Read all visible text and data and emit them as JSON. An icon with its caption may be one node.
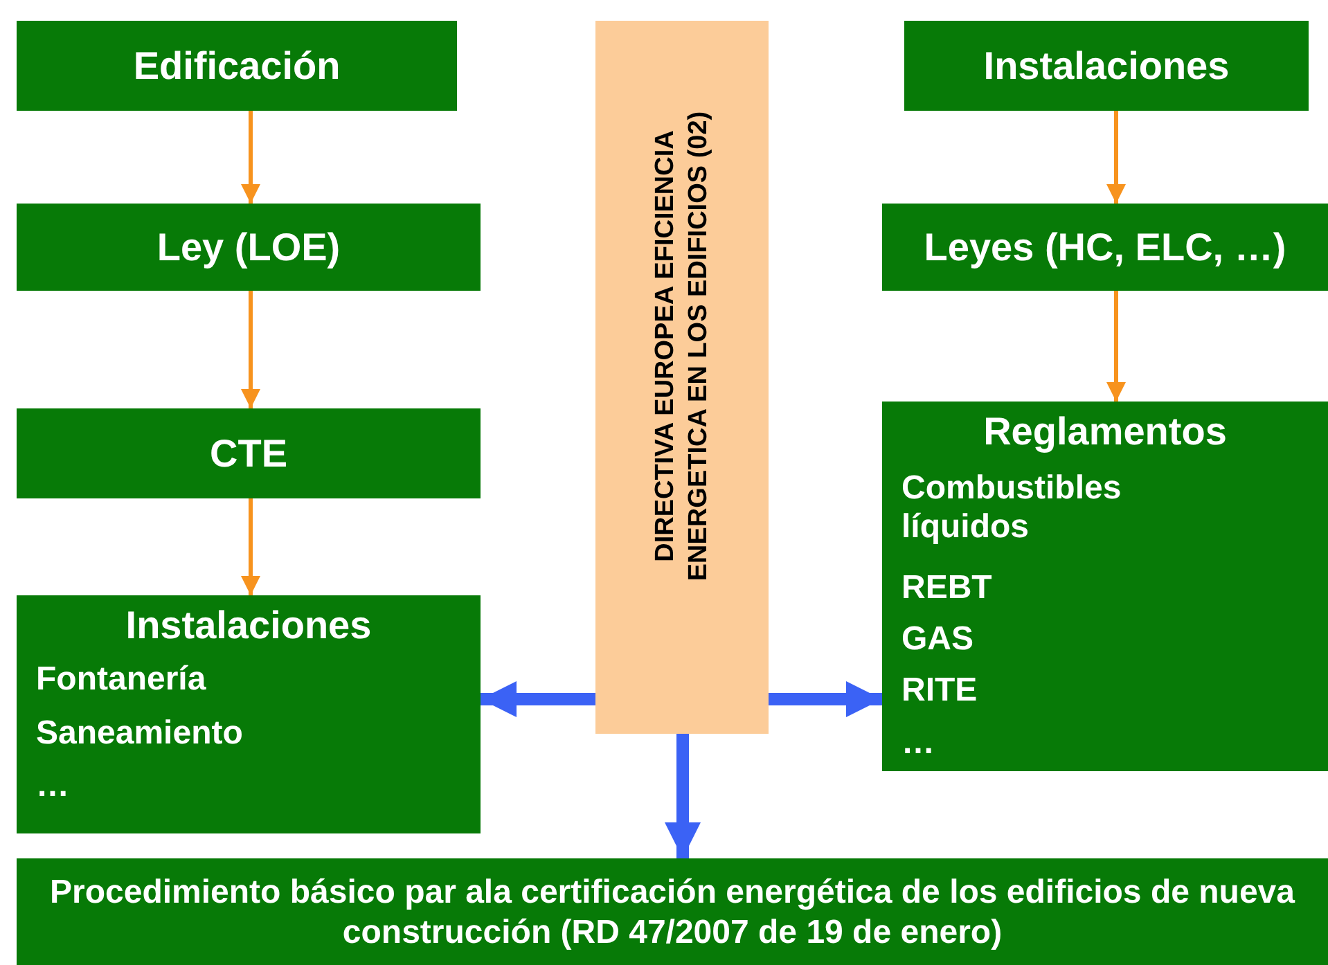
{
  "diagram": {
    "nodes": [
      {
        "text": [
          "Edificación"
        ]
      },
      {
        "text": [
          "Ley (LOE)"
        ]
      },
      {
        "text": [
          "CTE"
        ]
      },
      {
        "text": [
          "Instalaciones",
          "Fontanería",
          "Saneamiento",
          "…"
        ]
      },
      {
        "text": [
          "DIRECTIVA EUROPEA EFICIENCIA ENERGETICA EN LOS EDIFICIOS (02)"
        ]
      },
      {
        "text": [
          "Instalaciones"
        ]
      },
      {
        "text": [
          "Leyes (HC, ELC, …)"
        ]
      },
      {
        "text": [
          "Reglamentos",
          "Combustibles líquidos",
          "REBT",
          "GAS",
          "RITE",
          "…"
        ]
      },
      {
        "text": [
          "Procedimiento básico par ala certificación energética de los edificios de nueva construcción (RD 47/2007 de 19 de enero)"
        ]
      }
    ],
    "edges": [
      {
        "from": 0,
        "to": 1,
        "arrow": "to"
      },
      {
        "from": 1,
        "to": 2,
        "arrow": "to"
      },
      {
        "from": 2,
        "to": 3,
        "arrow": "to"
      },
      {
        "from": 5,
        "to": 6,
        "arrow": "to"
      },
      {
        "from": 6,
        "to": 7,
        "arrow": "to"
      },
      {
        "from": 4,
        "to": 3,
        "arrow": "to",
        "style": "thick",
        "color": "#3b62f5"
      },
      {
        "from": 4,
        "to": 7,
        "arrow": "to",
        "style": "thick",
        "color": "#3b62f5"
      },
      {
        "from": 4,
        "to": 8,
        "arrow": "to",
        "style": "thick",
        "color": "#3b62f5"
      }
    ]
  }
}
